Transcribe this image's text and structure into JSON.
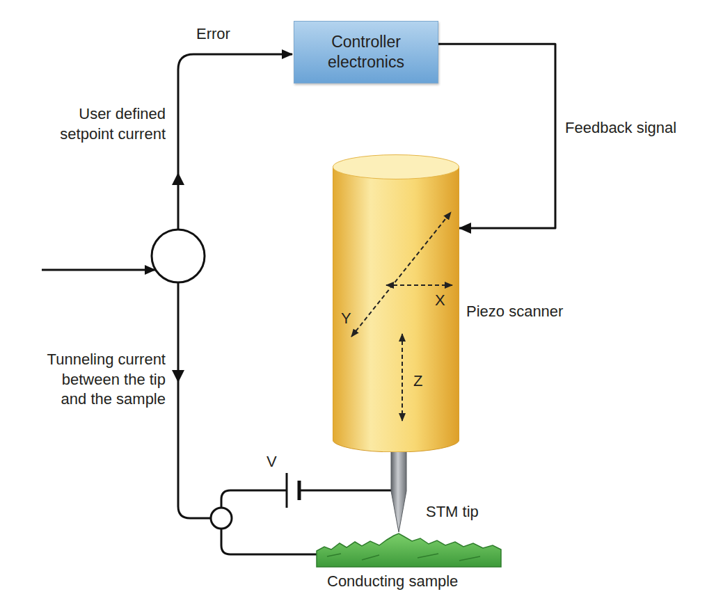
{
  "diagram": {
    "nodes": [
      {
        "text": [
          "Controller electronics"
        ]
      },
      {
        "text": [
          "Piezo scanner",
          "X",
          "Y",
          "Z"
        ]
      }
    ],
    "edges": [
      {
        "from": 0,
        "to": 1,
        "arrow": "to",
        "label": "Feedback signal"
      }
    ],
    "labels": [
      "Error",
      "User defined setpoint current",
      "Tunneling current between the tip and the sample",
      "V",
      "STM tip",
      "Conducting sample"
    ]
  }
}
